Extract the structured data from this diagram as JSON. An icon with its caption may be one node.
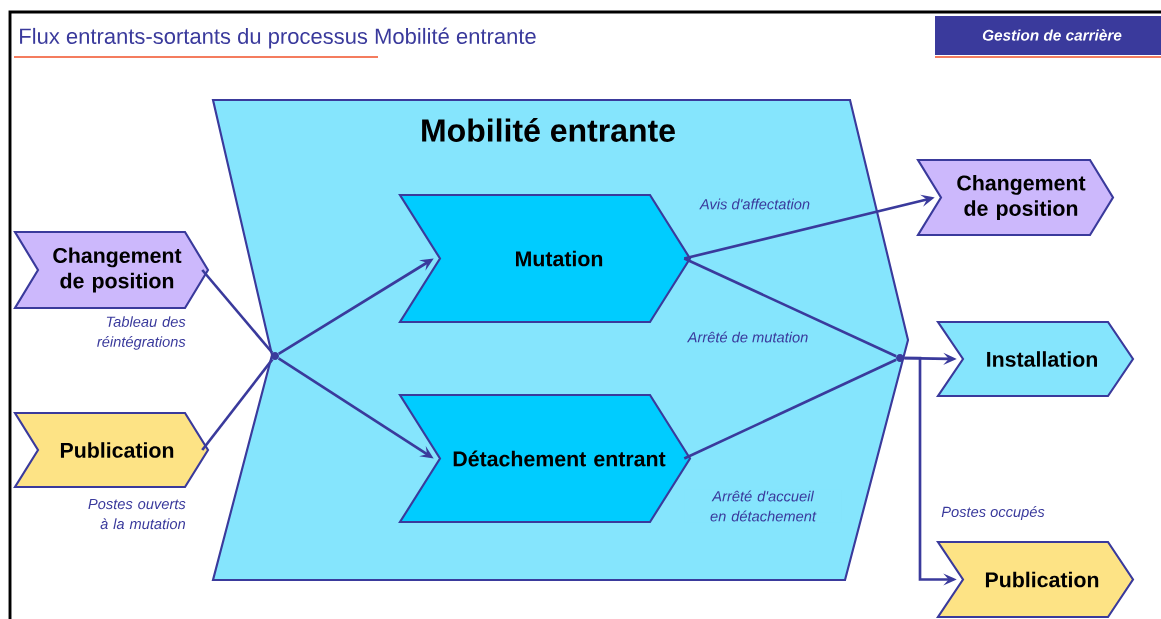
{
  "diagram": {
    "title": "Flux entrants-sortants du processus Mobilité entrante",
    "nodes": [
      {
        "text": [
          "Mobilité entrante"
        ]
      },
      {
        "text": [
          "Mutation"
        ],
        "in": 0
      },
      {
        "text": [
          "Détachement entrant"
        ],
        "in": 0
      },
      {
        "text": [
          "Changement de position"
        ],
        "beside": [
          "Tableau des réintégrations"
        ]
      },
      {
        "text": [
          "Publication"
        ],
        "beside": [
          "Postes ouverts à la mutation"
        ]
      },
      {
        "text": [],
        "shape": "circle",
        "in": 0
      },
      {
        "text": [],
        "shape": "circle",
        "in": 0
      },
      {
        "text": [
          "Changement de position"
        ]
      },
      {
        "text": [
          "Installation"
        ]
      },
      {
        "text": [
          "Publication"
        ]
      }
    ],
    "edges": [
      {
        "from": 3,
        "to": 5,
        "arrow": "none"
      },
      {
        "from": 4,
        "to": 5,
        "arrow": "none"
      },
      {
        "from": 5,
        "to": 1,
        "arrow": "to"
      },
      {
        "from": 5,
        "to": 2,
        "arrow": "to"
      },
      {
        "from": 1,
        "to": 7,
        "arrow": "to",
        "label": "Avis d'affectation"
      },
      {
        "from": 1,
        "to": 6,
        "arrow": "none",
        "label": "Arrêté de mutation"
      },
      {
        "from": 2,
        "to": 6,
        "arrow": "none",
        "label": "Arrêté d'accueil en détachement"
      },
      {
        "from": 6,
        "to": 8,
        "arrow": "to"
      },
      {
        "from": 6,
        "to": 9,
        "arrow": "to",
        "label": "Postes occupés"
      }
    ],
    "labels": [
      "Gestion de carrière"
    ]
  }
}
